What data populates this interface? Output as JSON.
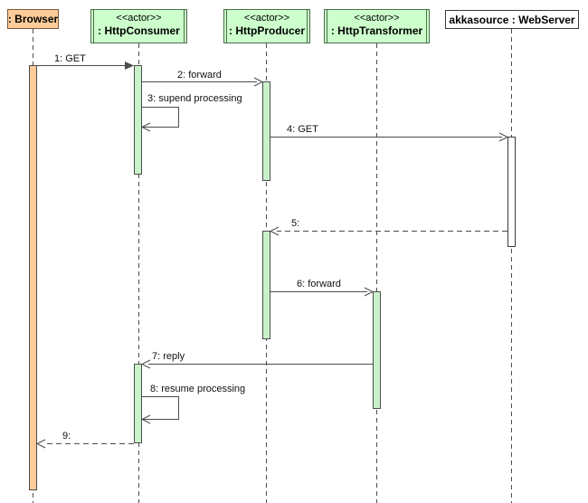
{
  "diagram": {
    "type": "uml-sequence-diagram",
    "participants": [
      {
        "name": ": Browser",
        "stereotype": "",
        "kind": "object",
        "fill": "#FFCC99"
      },
      {
        "name": ": HttpConsumer",
        "stereotype": "<<actor>>",
        "kind": "active-object",
        "fill": "#CCFFCC"
      },
      {
        "name": ": HttpProducer",
        "stereotype": "<<actor>>",
        "kind": "active-object",
        "fill": "#CCFFCC"
      },
      {
        "name": ": HttpTransformer",
        "stereotype": "<<actor>>",
        "kind": "active-object",
        "fill": "#CCFFCC"
      },
      {
        "name": "akkasource : WebServer",
        "stereotype": "",
        "kind": "object",
        "fill": "#FFFFFF"
      }
    ],
    "messages": [
      {
        "label": "1: GET",
        "from": ": Browser",
        "to": ": HttpConsumer",
        "line": "solid",
        "arrow": "filled"
      },
      {
        "label": "2: forward",
        "from": ": HttpConsumer",
        "to": ": HttpProducer",
        "line": "solid",
        "arrow": "open"
      },
      {
        "label": "3: supend processing",
        "from": ": HttpConsumer",
        "to": ": HttpConsumer",
        "line": "solid",
        "arrow": "open-self"
      },
      {
        "label": "4: GET",
        "from": ": HttpProducer",
        "to": "akkasource : WebServer",
        "line": "solid",
        "arrow": "open"
      },
      {
        "label": "5:",
        "from": "akkasource : WebServer",
        "to": ": HttpProducer",
        "line": "dashed",
        "arrow": "open"
      },
      {
        "label": "6: forward",
        "from": ": HttpProducer",
        "to": ": HttpTransformer",
        "line": "solid",
        "arrow": "open"
      },
      {
        "label": "7: reply",
        "from": ": HttpTransformer",
        "to": ": HttpConsumer",
        "line": "solid",
        "arrow": "open"
      },
      {
        "label": "8: resume processing",
        "from": ": HttpConsumer",
        "to": ": HttpConsumer",
        "line": "solid",
        "arrow": "open-self"
      },
      {
        "label": "9:",
        "from": ": HttpConsumer",
        "to": ": Browser",
        "line": "dashed",
        "arrow": "open"
      }
    ],
    "colors": {
      "browser_fill": "#FFCC99",
      "actor_fill": "#CCFFCC",
      "actor_bar_fill": "#C9F2C9",
      "webserver_bar_fill": "#FFFFFF",
      "line": "#4C4C4C"
    }
  }
}
